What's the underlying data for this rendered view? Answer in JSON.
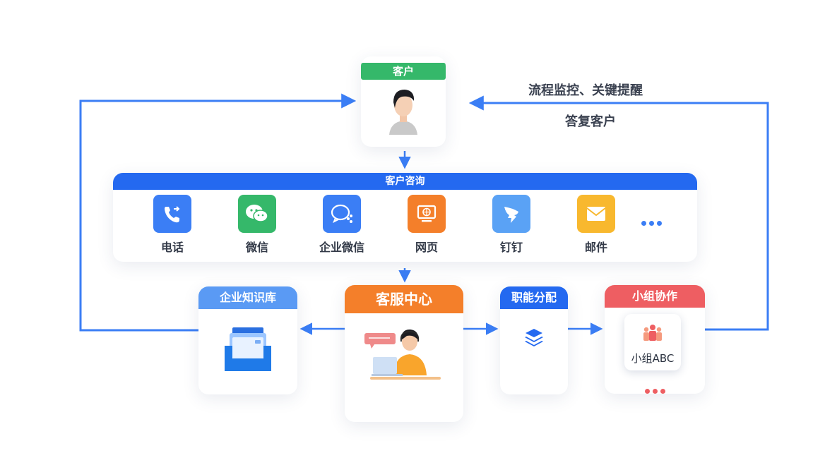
{
  "notes": {
    "monitor": "流程监控、关键提醒",
    "reply": "答复客户"
  },
  "customer": {
    "title": "客户",
    "icon": "customer-avatar-icon"
  },
  "inquiry": {
    "title": "客户咨询",
    "channels": [
      {
        "label": "电话",
        "icon": "phone-icon",
        "color": "#3b7ef5"
      },
      {
        "label": "微信",
        "icon": "wechat-icon",
        "color": "#35b86a"
      },
      {
        "label": "企业微信",
        "icon": "wecom-icon",
        "color": "#3b7ef5"
      },
      {
        "label": "网页",
        "icon": "web-icon",
        "color": "#f47f2a"
      },
      {
        "label": "钉钉",
        "icon": "dingtalk-icon",
        "color": "#5aa2f5"
      },
      {
        "label": "邮件",
        "icon": "mail-icon",
        "color": "#f8b82e"
      }
    ],
    "more_icon": "more-dots-icon"
  },
  "knowledge_base": {
    "title": "企业知识库",
    "icon": "knowledge-box-icon"
  },
  "service_center": {
    "title": "客服中心",
    "icon": "agent-illustration-icon"
  },
  "dispatch": {
    "title": "职能分配",
    "icon": "layers-icon"
  },
  "team": {
    "title": "小组协作",
    "group_label": "小组ABC",
    "icon": "team-people-icon",
    "more_icon": "more-dots-icon"
  },
  "colors": {
    "line": "#3b7ef5",
    "green": "#35b86a",
    "blue": "#2469f0",
    "orange": "#f47f2a",
    "red": "#ee5e62",
    "light_blue": "#5a9af4"
  }
}
